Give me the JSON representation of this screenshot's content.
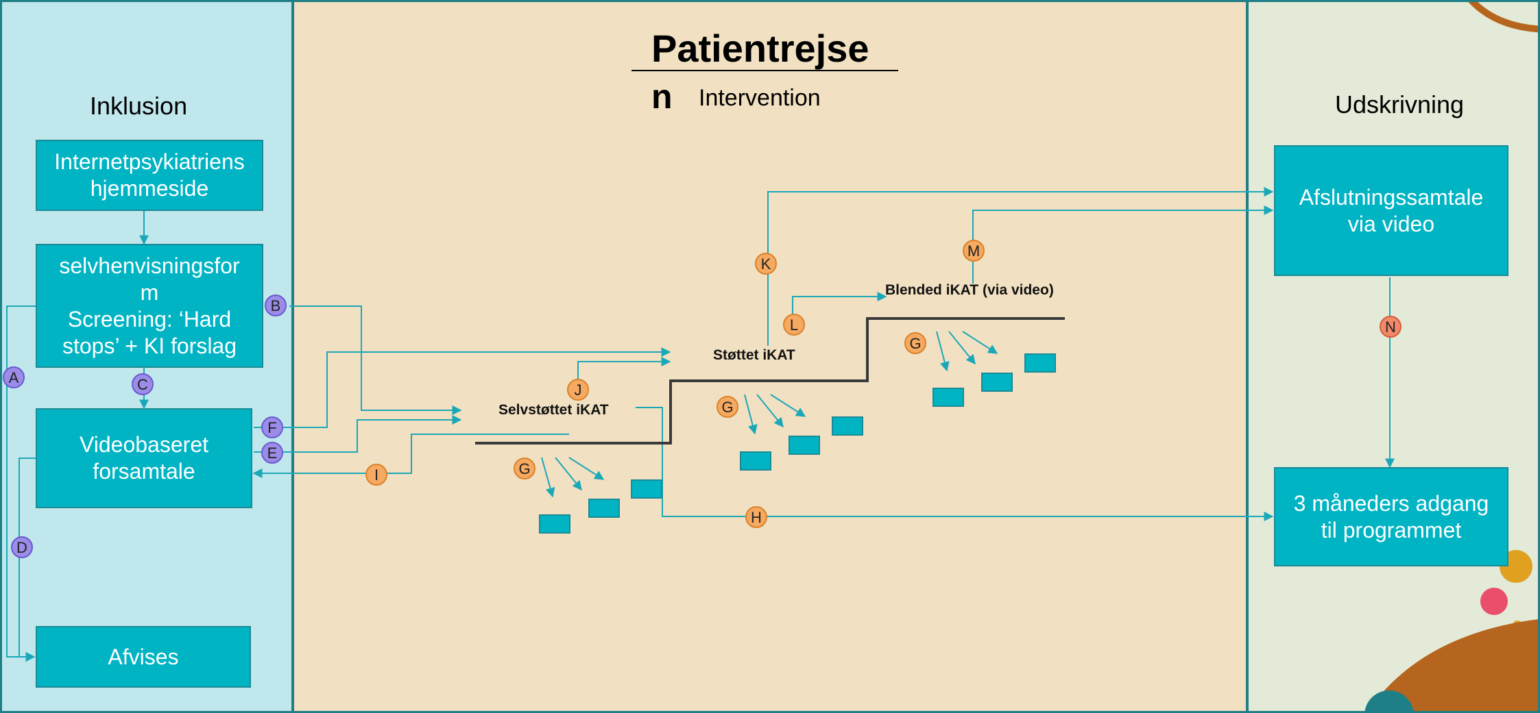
{
  "title": "Patientrejse",
  "subtitle_n": "n",
  "subtitle": "Intervention",
  "columns": {
    "left": "Inklusion",
    "right": "Udskrivning"
  },
  "boxes": {
    "homepage": [
      "Internetpsykiatriens",
      "hjemmeside"
    ],
    "selfreferral": [
      "selvhenvisningsfor",
      "m",
      "Screening: ‘Hard",
      "stops’ + KI forslag"
    ],
    "video_pre": [
      "Videobaseret",
      "forsamtale"
    ],
    "reject": "Afvises",
    "closing": [
      "Afslutningssamtale",
      "via video"
    ],
    "access": [
      "3 måneders adgang",
      "til programmet"
    ]
  },
  "stages": {
    "self": "Selvstøttet iKAT",
    "supported": "Støttet iKAT",
    "blended": "Blended iKAT (via video)"
  },
  "badges": {
    "A": "A",
    "B": "B",
    "C": "C",
    "D": "D",
    "E": "E",
    "F": "F",
    "G": "G",
    "H": "H",
    "I": "I",
    "J": "J",
    "K": "K",
    "L": "L",
    "M": "M",
    "N": "N"
  },
  "colors": {
    "left_column": "#c0e8ec",
    "middle_column": "#f1e0c1",
    "right_column": "#e3ead8",
    "box": "#00b4c4",
    "arrow": "#1aa8b8",
    "badge_purple": "#9b8ce8",
    "badge_orange": "#f6a960",
    "badge_red": "#f08a6a"
  }
}
